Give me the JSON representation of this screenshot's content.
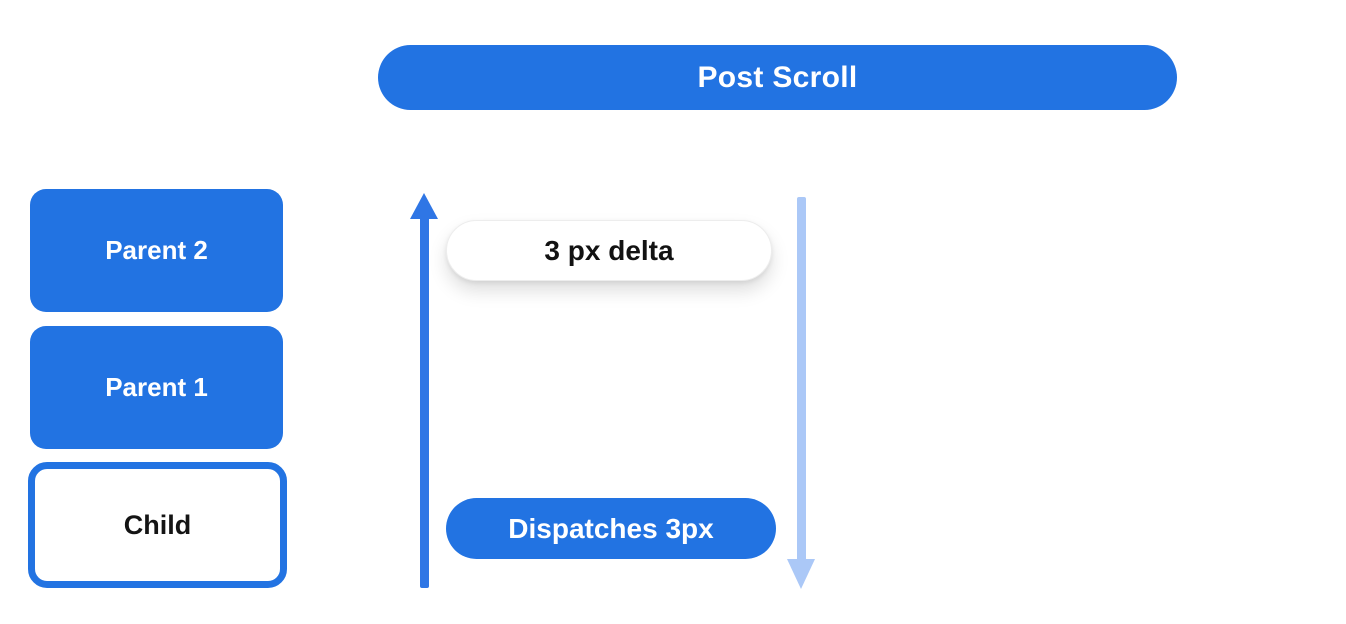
{
  "palette": {
    "primary_blue": "#2273e2",
    "arrow_blue": "#2f76e5",
    "arrow_light_blue": "#abc8f7",
    "background": "#ffffff",
    "text_on_blue": "#ffffff",
    "text_dark": "#121212"
  },
  "diagram": {
    "banner": {
      "label": "Post Scroll"
    },
    "nodes": [
      {
        "id": "parent-2",
        "label": "Parent 2",
        "style": "filled"
      },
      {
        "id": "parent-1",
        "label": "Parent 1",
        "style": "filled"
      },
      {
        "id": "child",
        "label": "Child",
        "style": "outlined"
      }
    ],
    "annotations": [
      {
        "id": "delta-pill",
        "label": "3 px delta",
        "style": "white-pill"
      },
      {
        "id": "dispatch-pill",
        "label": "Dispatches 3px",
        "style": "blue-pill"
      }
    ],
    "arrows": [
      {
        "id": "scroll-up-arrow",
        "direction": "up",
        "color": "#2f76e5"
      },
      {
        "id": "dispatch-down-arrow",
        "direction": "down",
        "color": "#abc8f7"
      }
    ]
  }
}
